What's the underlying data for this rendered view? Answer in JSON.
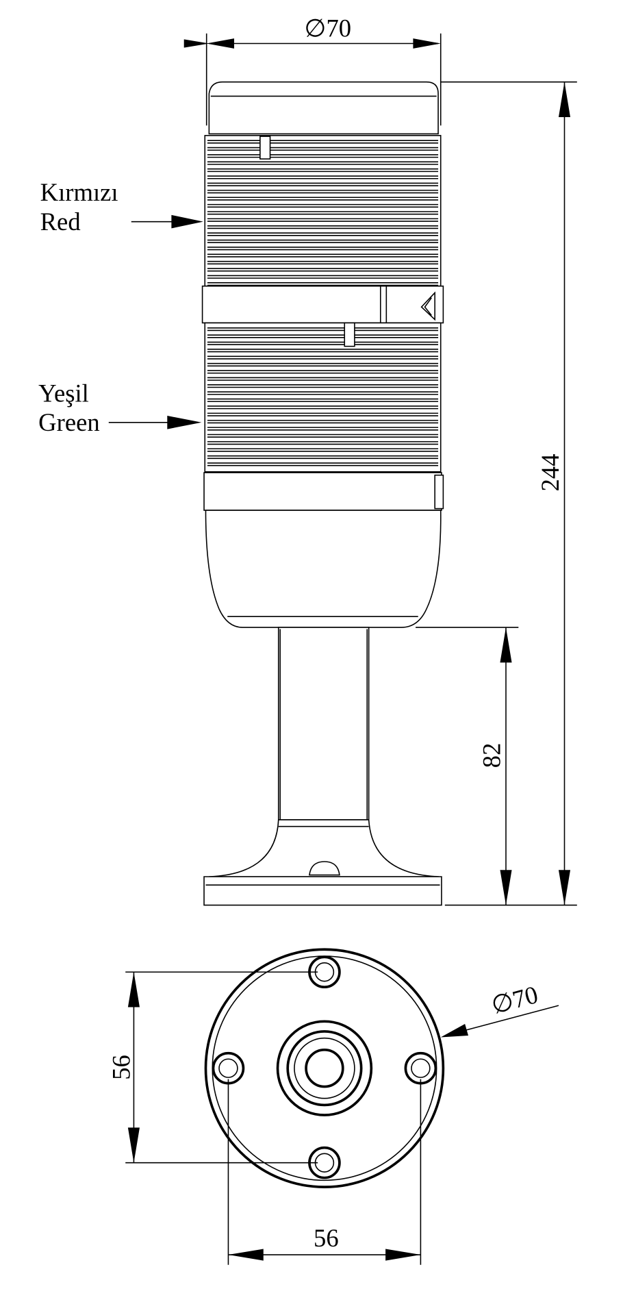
{
  "top_view": {
    "diameter_label": "∅70",
    "height_label": "244",
    "pole_height_label": "82",
    "red_label_tr": "Kırmızı",
    "red_label_en": "Red",
    "green_label_tr": "Yeşil",
    "green_label_en": "Green"
  },
  "bottom_view": {
    "vertical_spacing_label": "56",
    "horizontal_spacing_label": "56",
    "diameter_label": "∅70"
  }
}
